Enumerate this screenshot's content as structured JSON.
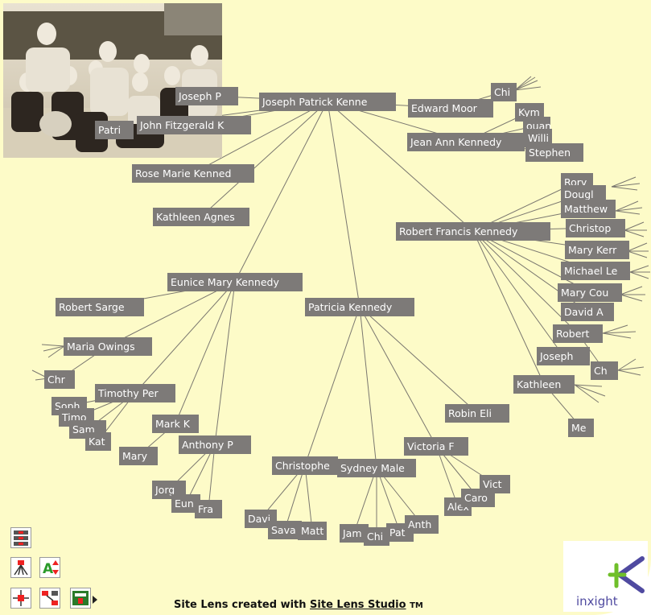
{
  "nodes": {
    "root": "Joseph Patrick Kenne",
    "joseph_p": "Joseph P",
    "john_fitzgerald": "John Fitzgerald K",
    "patri": "Patri",
    "rose_marie": "Rose Marie Kenned",
    "kathleen_agnes": "Kathleen Agnes",
    "eunice": "Eunice Mary Kennedy",
    "patricia": "Patricia Kennedy",
    "robert_francis": "Robert Francis Kennedy",
    "edward": "Edward Moor",
    "jean": "Jean Ann Kennedy",
    "chi_top": "Chi",
    "kym": "Kym",
    "duan": "ouan",
    "willi": "Willi",
    "stephen": "Stephen",
    "rory": "Rory",
    "dougl": "Dougl",
    "matthew": "Matthew",
    "christop_r": "Christop",
    "mary_kerr": "Mary Kerr",
    "michael": "Michael Le",
    "mary_cou": "Mary Cou",
    "david_a": "David A",
    "robert": "Robert",
    "joseph_r": "Joseph",
    "ch_r": "Ch",
    "kathleen_r": "Kathleen",
    "me": "Me",
    "robert_sarge": "Robert Sarge",
    "maria": "Maria Owings",
    "chr": "Chr",
    "timothy": "Timothy Per",
    "soph": "Soph",
    "timo": "Timo",
    "sam": "Sam",
    "kat": "Kat",
    "mark": "Mark K",
    "mary_l": "Mary",
    "anthony": "Anthony P",
    "jorg": "Jorg",
    "eun": "Eun",
    "fra": "Fra",
    "christophe": "Christophe",
    "sydney": "Sydney Male",
    "victoria": "Victoria F",
    "robin": "Robin Eli",
    "davi": "Davi",
    "sava": "Sava",
    "matt": "Matt",
    "jam": "Jam",
    "chi_b": "Chi",
    "pat": "Pat",
    "anth": "Anth",
    "alex": "Alex",
    "caro": "Caro",
    "vict": "Vict"
  },
  "toolbar": {
    "icons": [
      "list-view-icon",
      "radial-tree-icon",
      "font-size-icon",
      "focus-node-icon",
      "link-nodes-icon",
      "map-view-icon"
    ]
  },
  "footer": {
    "prefix": "Site Lens created with ",
    "link": "Site Lens Studio",
    "tm": "TM"
  },
  "logo": {
    "text": "inxight"
  },
  "colors": {
    "background": "#fdfbc8",
    "node_fill": "#7d7a78",
    "node_text": "#ffffff",
    "edge": "#7a776f",
    "logo_text": "#4f4aa0",
    "logo_mark": "#6fbf2a"
  }
}
